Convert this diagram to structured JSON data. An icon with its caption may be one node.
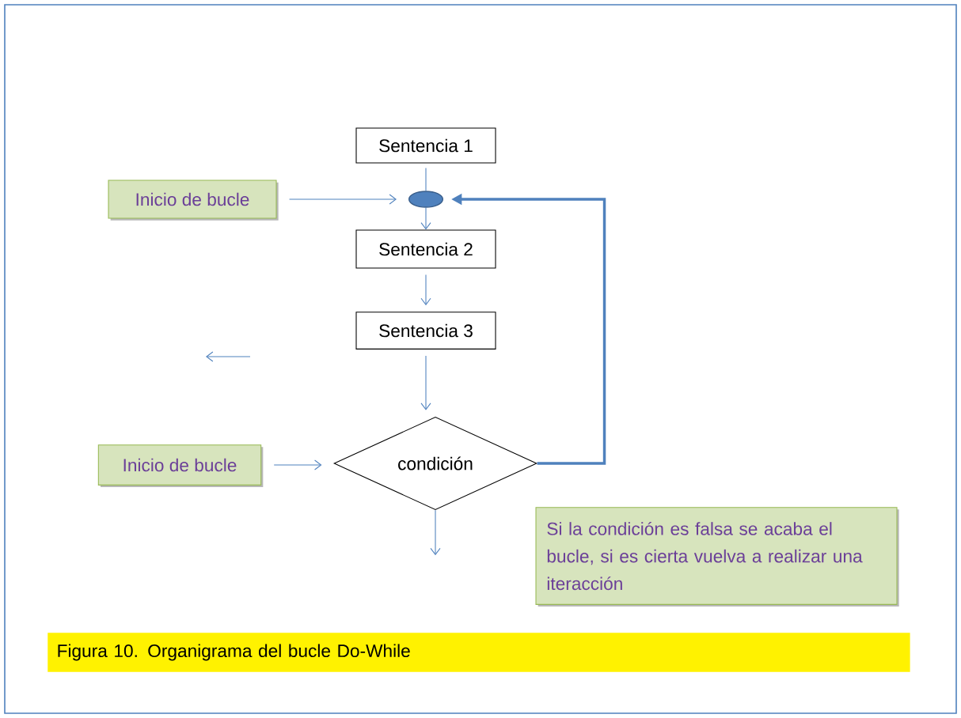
{
  "diagram": {
    "caption": "Figura 10. Organigrama del bucle Do-While",
    "nodes": [
      {
        "text": [
          "Sentencia 1"
        ]
      },
      {
        "text": [
          "Inicio de bucle"
        ]
      },
      {
        "text": [],
        "shape": "ellipse"
      },
      {
        "text": [
          "Sentencia 2"
        ]
      },
      {
        "text": [
          "Sentencia 3"
        ]
      },
      {
        "text": [
          "condición"
        ]
      },
      {
        "text": [
          "Inicio de bucle"
        ]
      },
      {
        "text": [
          "Si la condición es falsa se acaba el bucle, si es cierta vuelva a realizar una iteracción"
        ]
      }
    ],
    "edges": [
      {
        "from": 0,
        "to": 2,
        "arrow": "none"
      },
      {
        "from": 1,
        "to": 2,
        "arrow": "to"
      },
      {
        "from": 2,
        "to": 3,
        "arrow": "to"
      },
      {
        "from": 3,
        "to": 4,
        "arrow": "to"
      },
      {
        "from": 4,
        "to": 5,
        "arrow": "to"
      },
      {
        "from": 6,
        "to": 5,
        "arrow": "to"
      },
      {
        "from": 5,
        "to": 2,
        "arrow": "to",
        "style": "thick"
      },
      {
        "from": 5,
        "to": null,
        "arrow": "to"
      }
    ]
  }
}
